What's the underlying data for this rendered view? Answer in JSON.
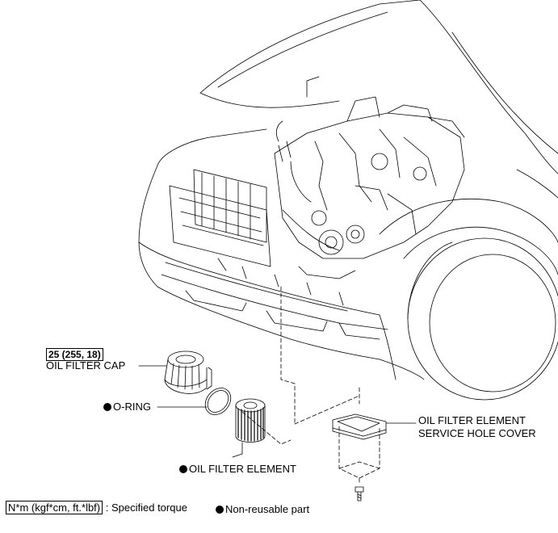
{
  "callouts": {
    "torque_value": "25 (255, 18)",
    "oil_filter_cap": "OIL FILTER CAP",
    "o_ring": "O-RING",
    "oil_filter_element": "OIL FILTER ELEMENT",
    "service_hole_cover_line1": "OIL FILTER ELEMENT",
    "service_hole_cover_line2": "SERVICE HOLE COVER"
  },
  "legend": {
    "torque_unit": "N*m (kgf*cm, ft.*lbf)",
    "torque_desc": ": Specified torque",
    "non_reusable": "Non-reusable part"
  },
  "symbols": {
    "non_reusable_marker": "filled-circle-icon"
  }
}
